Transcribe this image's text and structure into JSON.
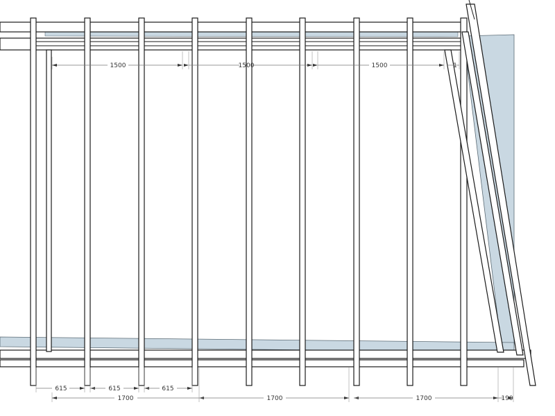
{
  "diagram": {
    "colors": {
      "panel": "#c9d8e2",
      "beam_fill": "#ffffff",
      "beam_stroke": "#1a1a1a",
      "dim_line": "#777777",
      "dim_text": "#333333"
    },
    "top_dimensions": [
      "1500",
      "1500",
      "1500",
      "1"
    ],
    "bottom_dimensions_row1": [
      "615",
      "615",
      "615"
    ],
    "bottom_dimensions_row2": [
      "1700",
      "1700",
      "1700",
      "190"
    ]
  }
}
